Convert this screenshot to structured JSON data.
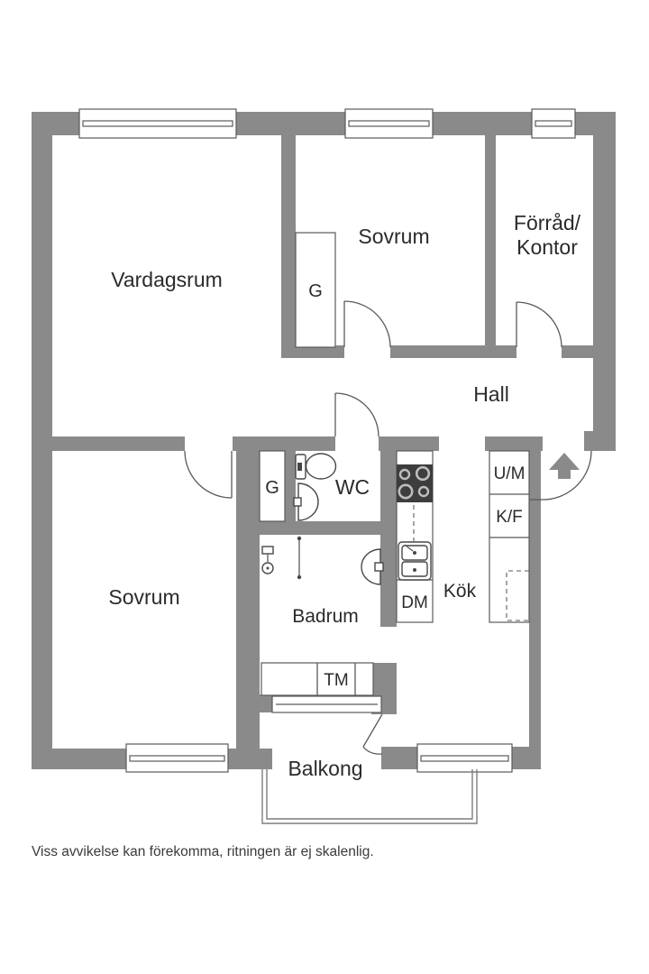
{
  "plan": {
    "rooms": {
      "vardagsrum": "Vardagsrum",
      "sovrum_top": "Sovrum",
      "forrad_line1": "Förråd/",
      "forrad_line2": "Kontor",
      "hall": "Hall",
      "sovrum_bottom": "Sovrum",
      "wc": "WC",
      "badrum": "Badrum",
      "kok": "Kök",
      "balkong": "Balkong"
    },
    "fixtures": {
      "g_top": "G",
      "g_bottom": "G",
      "dm": "DM",
      "tm": "TM",
      "um": "U/M",
      "kf": "K/F"
    },
    "colors": {
      "wall": "#8A8A8A",
      "line": "#4f4f4f",
      "text": "#2b2b2b",
      "stove": "#3d3d3d",
      "background": "#ffffff"
    },
    "disclaimer": "Viss avvikelse kan förekomma, ritningen är ej skalenlig."
  }
}
